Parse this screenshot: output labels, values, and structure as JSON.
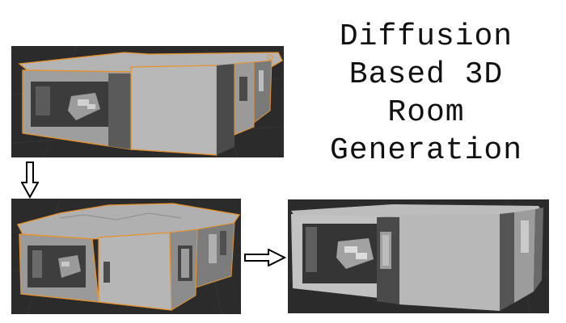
{
  "title": {
    "lines": [
      "Diffusion",
      "Based 3D",
      "Room",
      "Generation"
    ]
  },
  "colors": {
    "viewport_bg": "#2b2b2b",
    "grid_line": "#3a3a3a",
    "selection_outline": "#e8922c",
    "model_light": "#b4b4b4",
    "model_mid": "#8f8f8f",
    "model_dark": "#4a4a4a",
    "arrow_fill": "#ffffff",
    "arrow_stroke": "#000000"
  },
  "panels": [
    {
      "id": "original-model",
      "description_icon": "room-model-selected-icon"
    },
    {
      "id": "diffusion-model",
      "description_icon": "room-model-noisy-icon"
    },
    {
      "id": "generated-model",
      "description_icon": "room-model-clean-icon"
    }
  ],
  "arrows": [
    {
      "direction": "down",
      "icon": "arrow-down-icon"
    },
    {
      "direction": "right",
      "icon": "arrow-right-icon"
    }
  ]
}
